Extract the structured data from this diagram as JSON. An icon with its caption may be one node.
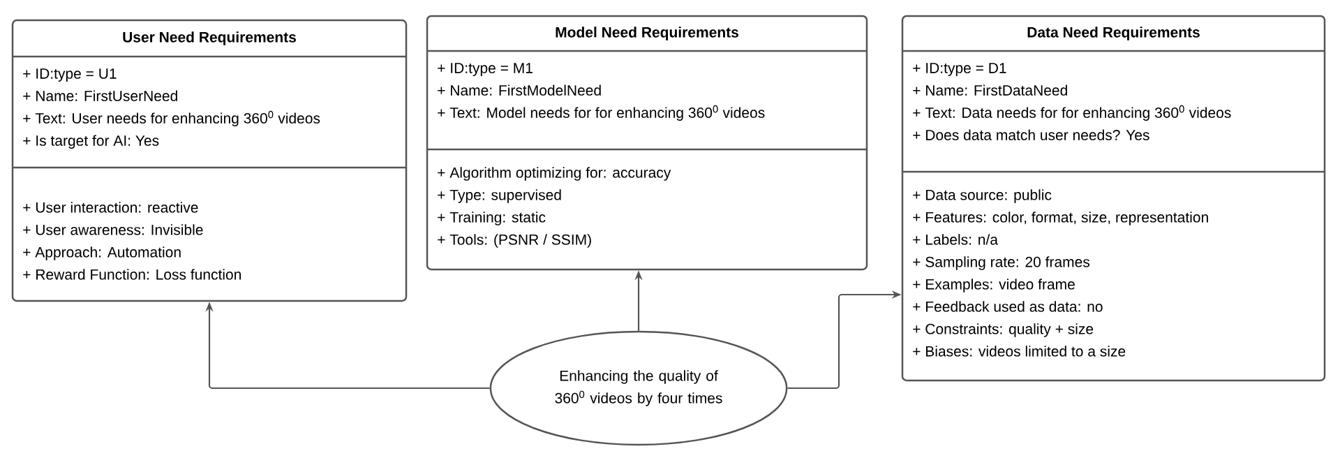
{
  "diagram": {
    "nodes": [
      {
        "text": [
          "User Need Requirements"
        ]
      },
      {
        "text": [
          "+ ID:type = U1",
          "+ Name: FirstUserNeed",
          "+ Text: User needs for enhancing 360$^{0}$ videos",
          "+ Is target for AI: Yes"
        ],
        "in": 0
      },
      {
        "text": [
          "+ User interaction: reactive",
          "+ User awareness: Invisible",
          "+ Approach: Automation",
          "+ Reward Function: Loss function"
        ],
        "in": 0
      },
      {
        "text": [
          "Model Need Requirements"
        ]
      },
      {
        "text": [
          "+ ID:type = M1",
          "+ Name: FirstModelNeed",
          "+ Text: Model needs for for enhancing 360$^{0}$ videos"
        ],
        "in": 3
      },
      {
        "text": [
          "+ Algorithm optimizing for: accuracy",
          "+ Type: supervised",
          "+ Training: static",
          "+ Tools: (PSNR / SSIM)"
        ],
        "in": 3
      },
      {
        "text": [
          "Data Need Requirements"
        ]
      },
      {
        "text": [
          "+ ID:type = D1",
          "+ Name: FirstDataNeed",
          "+ Text: Data needs for for enhancing 360$^{0}$ videos",
          "+ Does data match user needs? Yes"
        ],
        "in": 6
      },
      {
        "text": [
          "+ Data source: public",
          "+ Features: color, format, size, representation",
          "+ Labels: n/a",
          "+ Sampling rate: 20 frames",
          "+ Examples: video frame",
          "+ Feedback used as data: no",
          "+ Constraints: quality + size",
          "+ Biases: videos limited to a size"
        ],
        "in": 6
      },
      {
        "text": [
          "Enhancing the quality of 360$^{0}$ videos by four times"
        ]
      }
    ],
    "edges": [
      {
        "from": 9,
        "to": 0,
        "arrow": "to"
      },
      {
        "from": 9,
        "to": 3,
        "arrow": "to"
      },
      {
        "from": 9,
        "to": 6,
        "arrow": "to"
      }
    ]
  }
}
